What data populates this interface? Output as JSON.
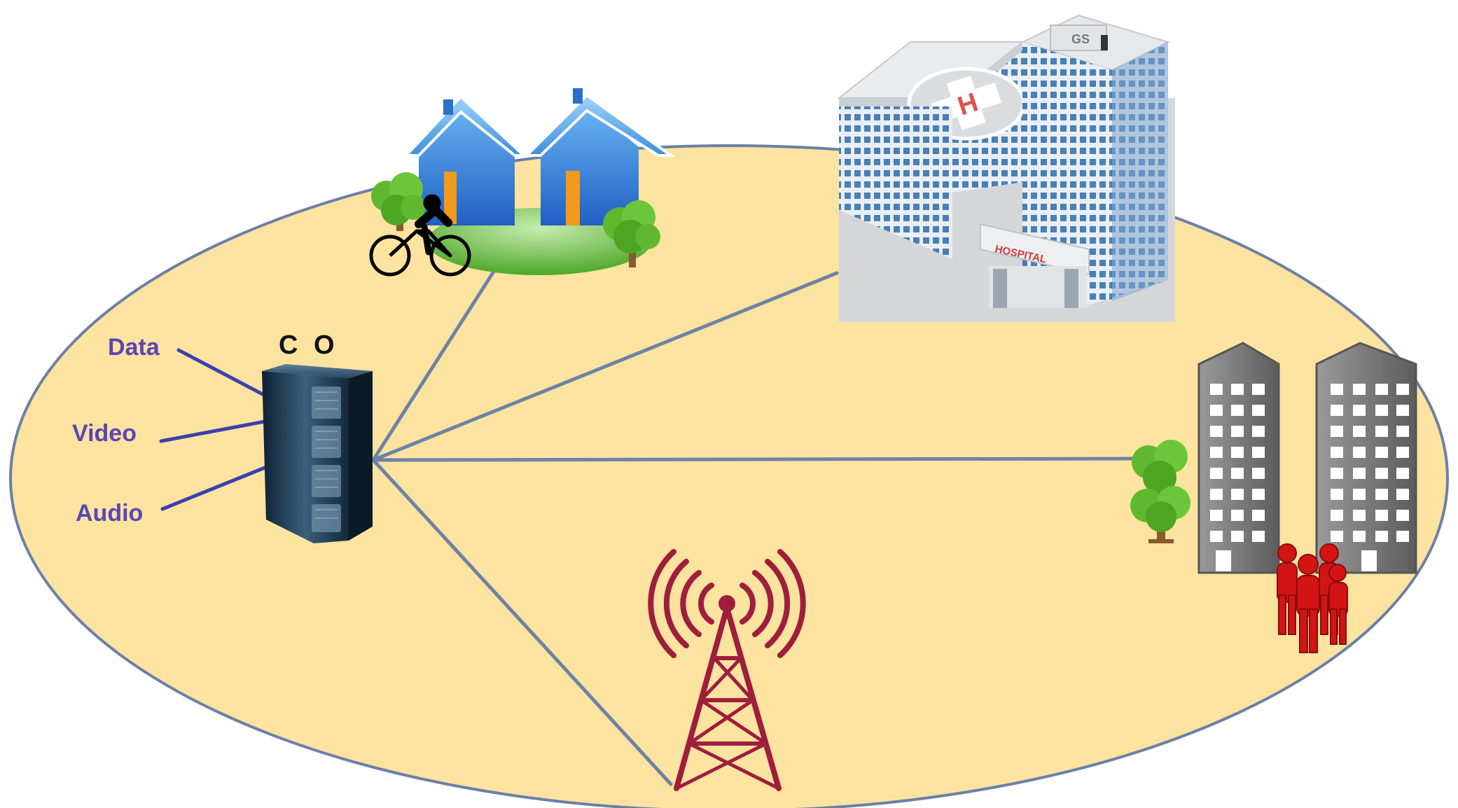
{
  "diagram": {
    "co_label": "C O",
    "inputs": [
      {
        "label": "Data"
      },
      {
        "label": "Video"
      },
      {
        "label": "Audio"
      }
    ],
    "hospital_sign": "HOSPITAL",
    "helipad_letter": "H",
    "roof_sign": "GS",
    "colors": {
      "area_fill": "#fde3a0",
      "area_stroke": "#6b7fa8",
      "link_line": "#6d82a6",
      "input_line": "#3b3fb0",
      "tower": "#9e1e3c",
      "people": "#d31414",
      "house_blue": "#3b8fe0",
      "tree_green": "#5fb82e",
      "building_gray": "#7a7a7a"
    },
    "icons": [
      "server-rack-icon",
      "houses-icon",
      "cyclist-icon",
      "hospital-icon",
      "office-buildings-icon",
      "people-icon",
      "radio-tower-icon",
      "tree-icon"
    ]
  }
}
